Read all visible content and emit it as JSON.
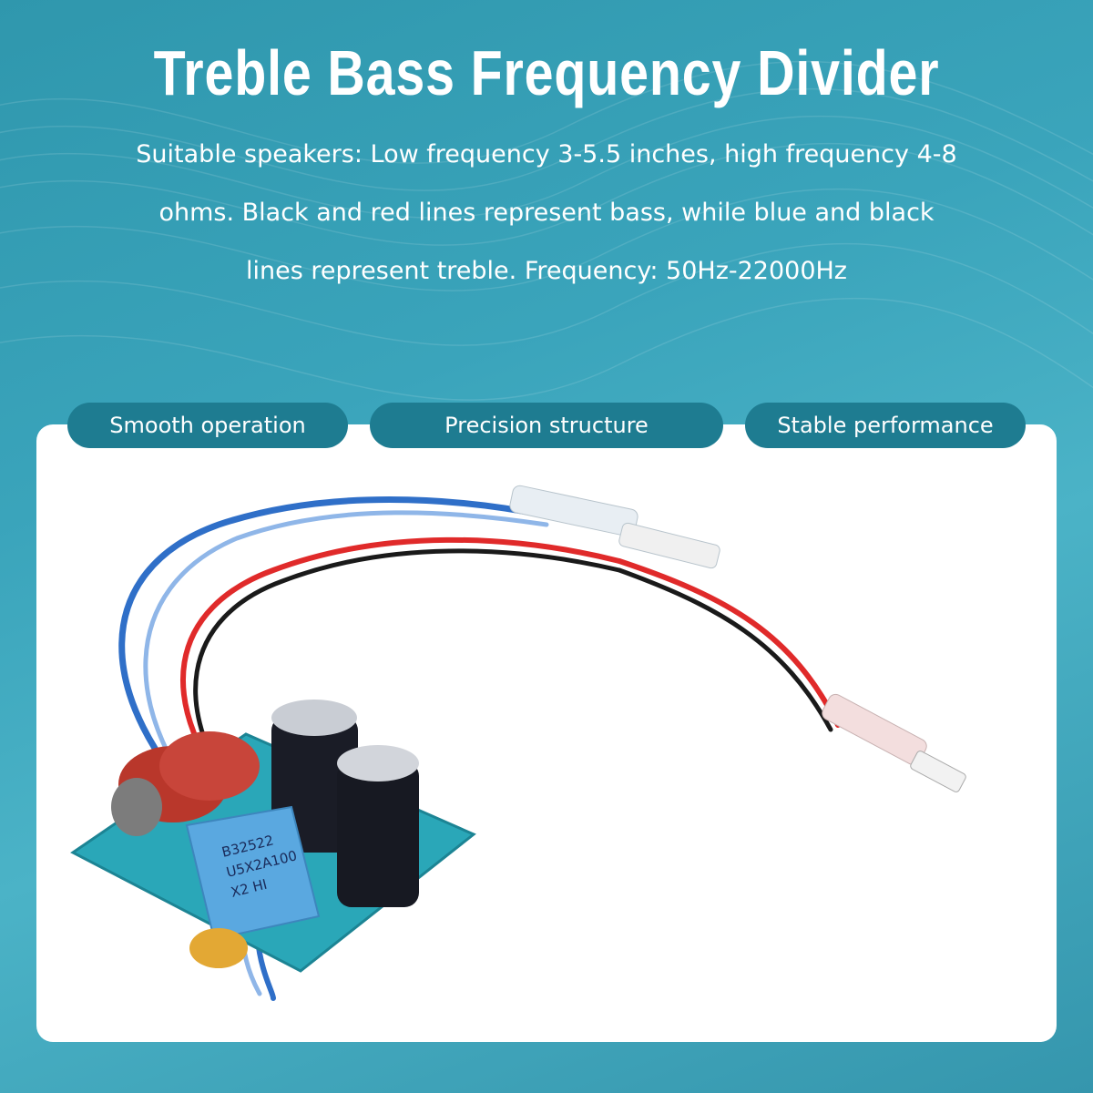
{
  "title": "Treble Bass Frequency Divider",
  "subtitle": "Suitable speakers: Low frequency 3-5.5 inches, high frequency 4-8 ohms. Black and red lines represent bass, while blue and black lines represent treble. Frequency: 50Hz-22000Hz",
  "tags": [
    "Smooth operation",
    "Precision structure",
    "Stable performance"
  ],
  "component": {
    "line1": "B32522",
    "line2": "U5X2A100",
    "line3": "X2   HI"
  },
  "colors": {
    "background": "#3aa4bb",
    "tag": "#1e7c91",
    "pcb": "#2aa7b8",
    "wire_blue": "#2f6fc8",
    "wire_red": "#e02a2a"
  }
}
